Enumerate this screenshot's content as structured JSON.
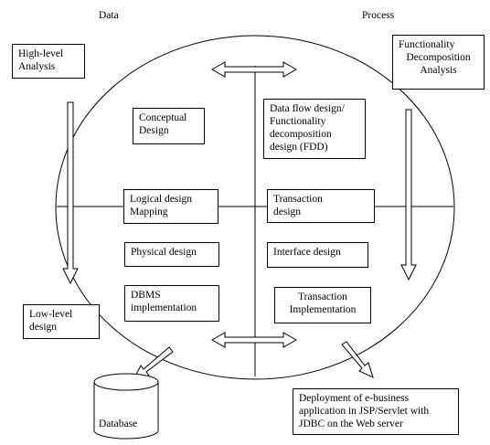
{
  "headers": {
    "data": "Data",
    "process": "Process"
  },
  "corner_boxes": {
    "high_level": [
      "High-level",
      "Analysis"
    ],
    "functionality": [
      "Functionality",
      "Decomposition",
      "Analysis"
    ],
    "low_level": [
      "Low-level",
      "design"
    ],
    "deployment": [
      "Deployment of e-business",
      "application in JSP/Servlet with",
      "JDBC on the Web server"
    ]
  },
  "data_column": {
    "conceptual": [
      "Conceptual",
      "Design"
    ],
    "logical": [
      "Logical design",
      "Mapping"
    ],
    "physical": [
      "Physical design"
    ],
    "dbms": [
      "DBMS",
      "implementation"
    ]
  },
  "process_column": {
    "dataflow": [
      "Data flow design/",
      "Functionality",
      "decomposition",
      "design (FDD)"
    ],
    "transaction": [
      "Transaction",
      "design"
    ],
    "interface": [
      "Interface design"
    ],
    "transaction_impl": [
      "Transaction",
      "Implementation"
    ]
  },
  "database_label": "Database",
  "colors": {
    "line": "#000000",
    "arrow_fill": "#ffffff",
    "background": "#ffffff"
  }
}
